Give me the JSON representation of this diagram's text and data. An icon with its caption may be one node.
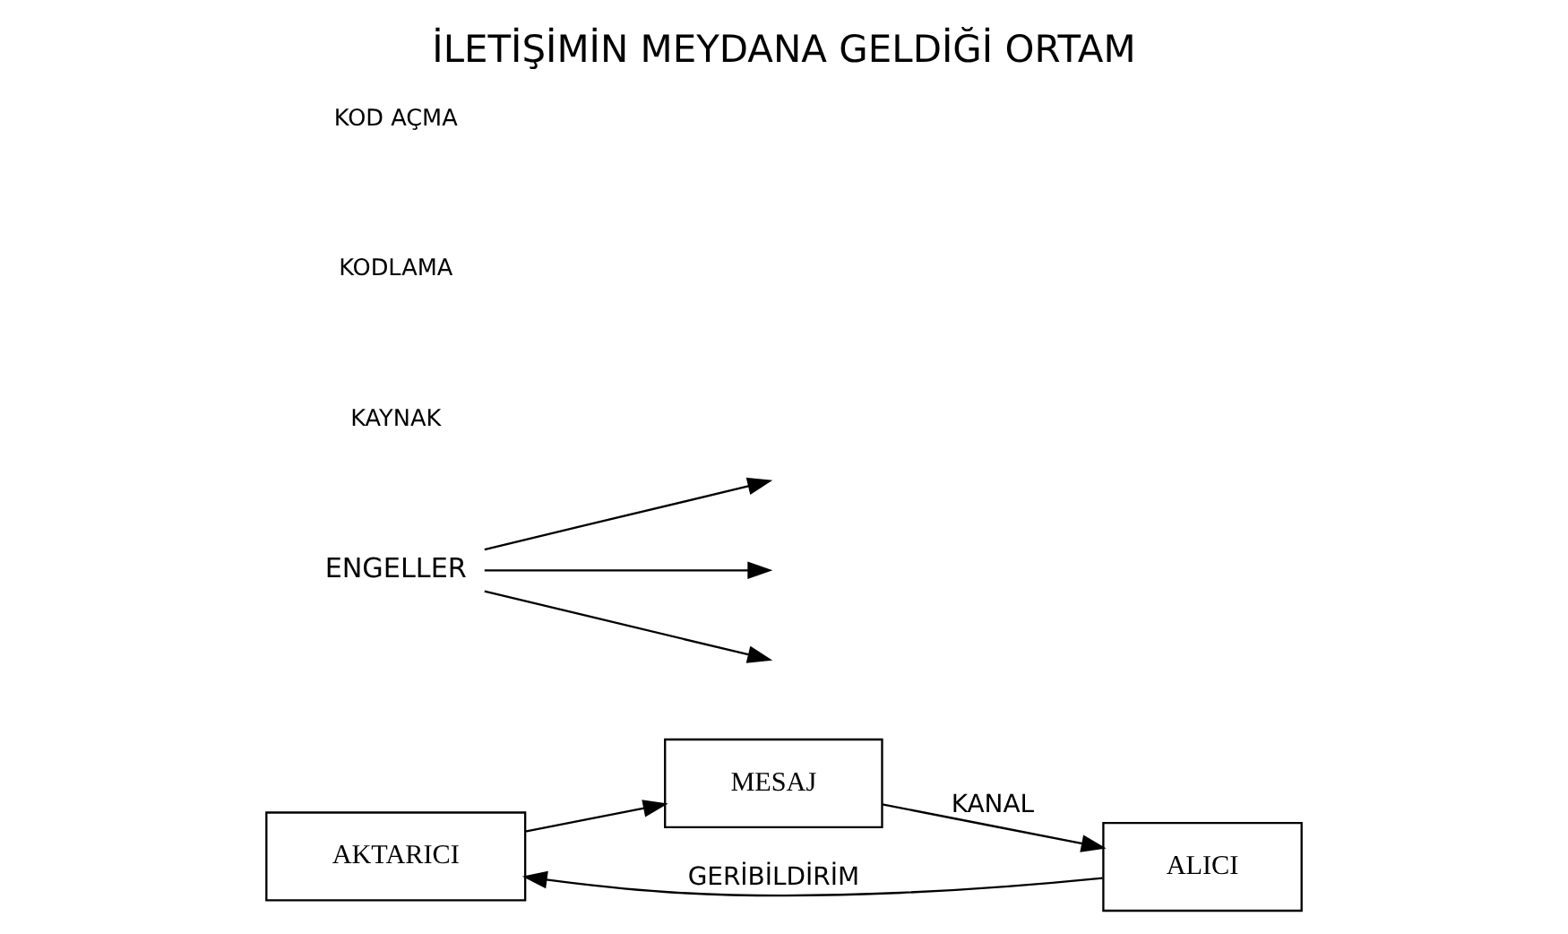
{
  "diagram": {
    "title": "İLETİŞİMİN MEYDANA GELDİĞİ ORTAM",
    "nodes": [
      {
        "text": [
          "AKTARICI"
        ]
      },
      {
        "text": [
          "MESAJ"
        ]
      },
      {
        "text": [
          "ALICI"
        ]
      },
      {
        "text": [
          "ENGELLER"
        ]
      }
    ],
    "edges": [
      {
        "from": 0,
        "to": 1,
        "arrow": "to"
      },
      {
        "from": 1,
        "to": 2,
        "arrow": "to",
        "label": "KANAL"
      },
      {
        "from": 2,
        "to": 0,
        "arrow": "to",
        "label": "GERİBİLDİRİM"
      },
      {
        "from": 3,
        "to": null,
        "arrow": "to"
      },
      {
        "from": 3,
        "to": null,
        "arrow": "to"
      },
      {
        "from": 3,
        "to": null,
        "arrow": "to"
      }
    ],
    "labels": [
      "KAYNAK",
      "KODLAMA",
      "KOD AÇMA"
    ]
  }
}
